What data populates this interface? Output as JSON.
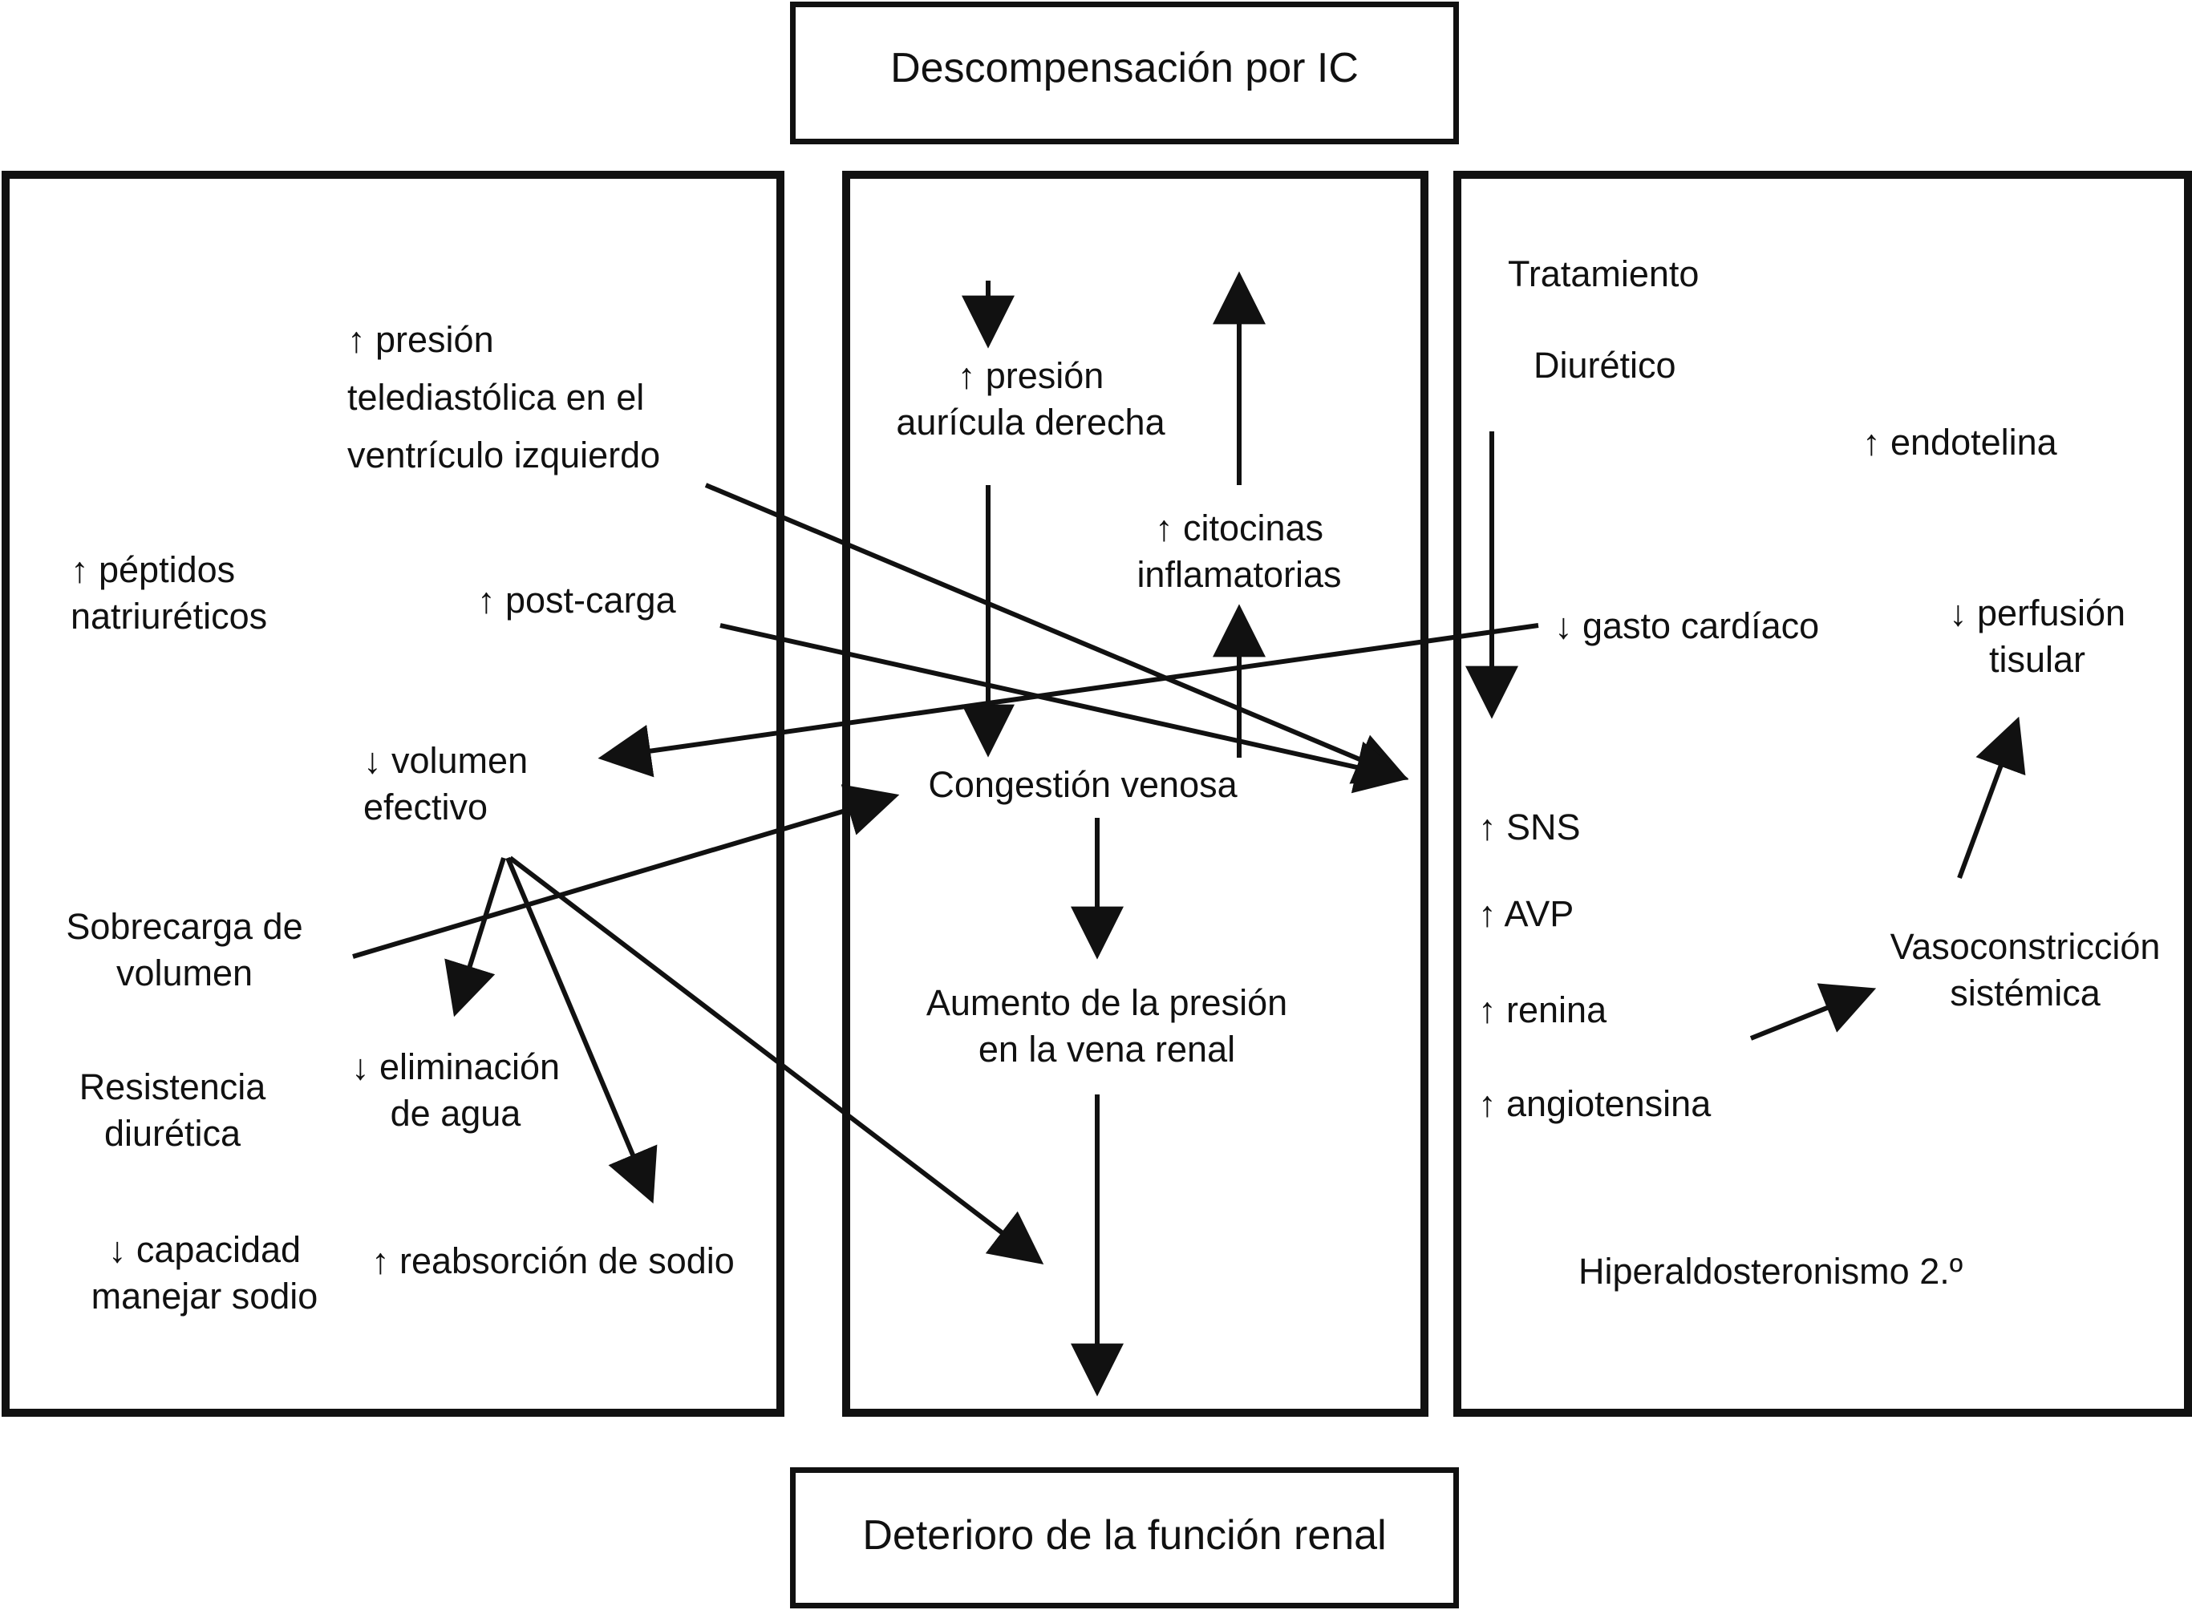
{
  "top_box": {
    "label": "Descompensación por IC"
  },
  "bottom_box": {
    "label": "Deterioro de la función renal"
  },
  "left_panel": {
    "presion_telediastolica": [
      "↑ presión",
      "telediastólica en el",
      "ventrículo izquierdo"
    ],
    "peptidos_natriureticos": [
      "↑ péptidos",
      "natriuréticos"
    ],
    "post_carga": "↑ post-carga",
    "volumen_efectivo": [
      "↓ volumen",
      "efectivo"
    ],
    "sobrecarga_volumen": [
      "Sobrecarga de",
      "volumen"
    ],
    "resistencia_diuretica": [
      "Resistencia",
      "diurética"
    ],
    "eliminacion_agua": [
      "↓ eliminación",
      "de agua"
    ],
    "capacidad_sodio": [
      "↓ capacidad",
      "manejar sodio"
    ],
    "reabsorcion_sodio": "↑ reabsorción de sodio"
  },
  "center_panel": {
    "presion_auricula": [
      "↑ presión",
      "aurícula derecha"
    ],
    "citocinas": [
      "↑ citocinas",
      "inflamatorias"
    ],
    "congestion_venosa": "Congestión venosa",
    "presion_vena_renal": [
      "Aumento de la presión",
      "en la vena renal"
    ]
  },
  "right_panel": {
    "tratamiento": "Tratamiento",
    "diuretico": "Diurético",
    "endotelina": "↑ endotelina",
    "gasto_cardiaco": "↓ gasto cardíaco",
    "perfusion_tisular": [
      "↓ perfusión",
      "tisular"
    ],
    "sns": "↑ SNS",
    "avp": "↑ AVP",
    "renina": "↑ renina",
    "angiotensina": "↑ angiotensina",
    "vasoconstriccion": [
      "Vasoconstricción",
      "sistémica"
    ],
    "hiperaldosteronismo": "Hiperaldosteronismo 2.º"
  },
  "style": {
    "stroke_color": "#111111"
  }
}
